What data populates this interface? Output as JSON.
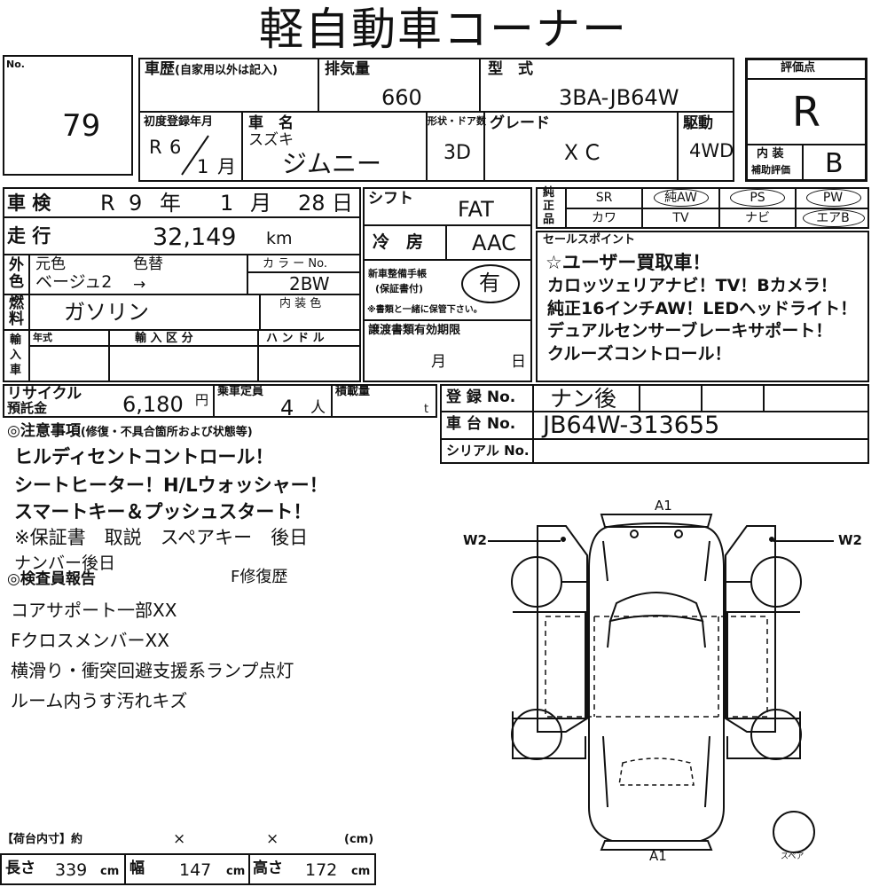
{
  "header": {
    "title": "軽自動車コーナー"
  },
  "lot": {
    "label": "No.",
    "number": "79"
  },
  "history": {
    "label": "車歴",
    "sub": "(自家用以外は記入)",
    "value": ""
  },
  "displacement": {
    "label": "排気量",
    "value": "660"
  },
  "model": {
    "label": "型　式",
    "value": "3BA-JB64W"
  },
  "rating": {
    "label": "評価点",
    "score": "R",
    "interior_label_1": "内 装",
    "interior_label_2": "補助評価",
    "interior_score": "B"
  },
  "first_reg": {
    "label": "初度登録年月",
    "era": "R",
    "year": "6",
    "month": "1",
    "month_unit": "月"
  },
  "car_name": {
    "label": "車　名",
    "maker": "スズキ",
    "name": "ジムニー"
  },
  "body": {
    "label": "形状・ドア数",
    "value": "3D"
  },
  "grade": {
    "label": "グレード",
    "value": "ＸＣ"
  },
  "drive": {
    "label": "駆動",
    "value": "4WD"
  },
  "inspection": {
    "label": "車 検",
    "era": "R",
    "year": "9",
    "year_unit": "年",
    "month": "1",
    "month_unit": "月",
    "day": "28",
    "day_unit": "日"
  },
  "shift": {
    "label": "シフト",
    "value": "FAT"
  },
  "mileage": {
    "label": "走 行",
    "value": "32,149",
    "unit": "km"
  },
  "ac": {
    "label": "冷　房",
    "value": "AAC"
  },
  "color": {
    "side": [
      "外",
      "色"
    ],
    "orig_label": "元色",
    "change_label": "色替",
    "orig": "ベージュ2",
    "arrow": "→",
    "code_label": "カ ラ ー No.",
    "code": "2BW",
    "interior_label": "内 装 色"
  },
  "warranty": {
    "label_1": "新車整備手帳",
    "label_2": "(保証書付)",
    "value": "有",
    "note": "※書類と一緒に保管下さい。"
  },
  "fuel": {
    "side": [
      "燃",
      "料"
    ],
    "value": "ガソリン"
  },
  "import": {
    "side": [
      "輸",
      "入",
      "車"
    ],
    "year_label": "年式",
    "class_label": "輸 入 区 分",
    "handle_label": "ハ ン ド ル"
  },
  "transfer": {
    "label": "譲渡書類有効期限",
    "month_unit": "月",
    "day_unit": "日"
  },
  "equipment": {
    "side": [
      "純",
      "正",
      "品"
    ],
    "row1": [
      "SR",
      "純AW",
      "PS",
      "PW"
    ],
    "row2": [
      "カワ",
      "TV",
      "ナビ",
      "エアB"
    ],
    "circled": [
      "純AW",
      "PS",
      "PW",
      "エアB"
    ]
  },
  "sales": {
    "label": "セールスポイント",
    "lines": [
      "☆ユーザー買取車！",
      "カロッツェリアナビ！TV！Bカメラ！",
      "純正16インチAW！LEDヘッドライト！",
      "デュアルセンサーブレーキサポート！",
      "クルーズコントロール！"
    ]
  },
  "recycle": {
    "label_1": "リサイクル",
    "label_2": "預託金",
    "value": "6,180",
    "unit": "円"
  },
  "capacity": {
    "label": "乗車定員",
    "value": "4",
    "unit": "人"
  },
  "load": {
    "label": "積載量",
    "unit": "t"
  },
  "registration": {
    "reg_label": "登 録 No.",
    "reg_value": "ナン後",
    "chassis_label": "車 台 No.",
    "chassis_value": "JB64W-313655",
    "serial_label": "シリアル No."
  },
  "notes": {
    "label": "◎注意事項",
    "sub": "(修復・不具合箇所および状態等)",
    "lines": [
      "ヒルディセントコントロール！",
      "シートヒーター！H/Lウォッシャー！",
      "スマートキー＆プッシュスタート！",
      "※保証書　取説　スペアキー　後日",
      "ナンバー後日"
    ]
  },
  "inspector": {
    "label": "◎検査員報告",
    "repair": "F修復歴",
    "lines": [
      "コアサポート一部XX",
      "FクロスメンバーXX",
      "横滑り・衝突回避支援系ランプ点灯",
      "ルーム内うす汚れキズ"
    ]
  },
  "diagram": {
    "front": "A1",
    "rear": "A1",
    "left": "W2",
    "right": "W2",
    "spare": "スペア"
  },
  "cargo": {
    "label": "【荷台内寸】約",
    "x1": "×",
    "x2": "×",
    "unit": "(cm)",
    "len_label": "長さ",
    "len": "339",
    "wid_label": "幅",
    "wid": "147",
    "hei_label": "高さ",
    "hei": "172",
    "cm": "cm"
  }
}
